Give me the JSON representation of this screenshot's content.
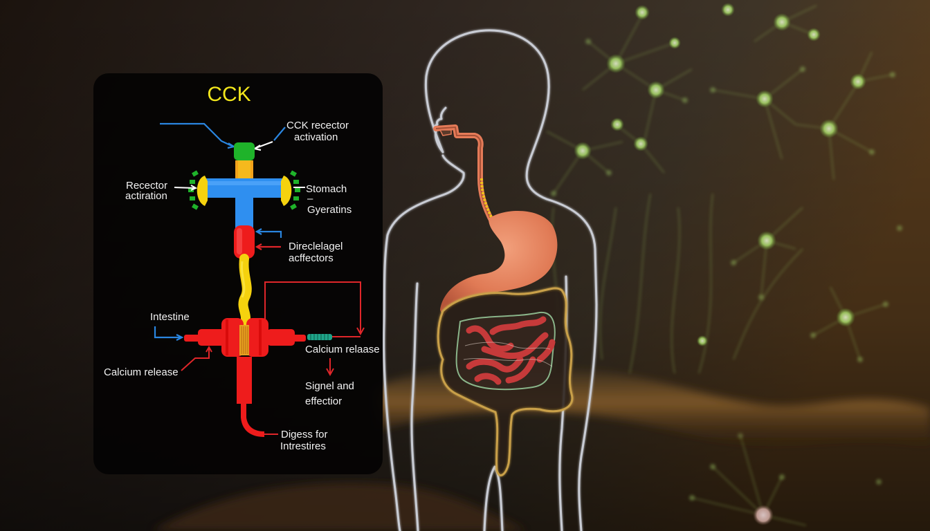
{
  "panel": {
    "title": "CCK",
    "title_color": "#f2e61c",
    "labels": {
      "cck_receptor_line1": "CCK recector",
      "cck_receptor_line2": "activation",
      "receptor_left_line1": "Recector",
      "receptor_left_line2": "actiration",
      "stomach": "Stomach",
      "stomach_dash": "–",
      "gyratins": "Gyeratins",
      "effectors_line1": "Direclelagel",
      "effectors_line2": "acffectors",
      "intestine": "Intestine",
      "calcium_left": "Calcium release",
      "calcium_right": "Calcium relaase",
      "signal_line1": "Signel and",
      "signal_line2": "effectior",
      "digest_line1": "Digess for",
      "digest_line2": "Intrestires"
    }
  },
  "colors": {
    "receptor_green": "#1fb32a",
    "tube_blue": "#2f8ff0",
    "tube_yellow": "#f5d20e",
    "tube_red": "#ee1c1c",
    "arrow_blue": "#2a86e0",
    "arrow_red": "#e0262a",
    "body_outline": "#c9ccd4",
    "stomach": "#e07a55",
    "neuron_green": "#a6d86a"
  },
  "scene": {
    "left_panel": "CCK signaling pathway diagram",
    "center": "human body outline with esophagus, stomach and intestines",
    "background": "neuron network"
  }
}
